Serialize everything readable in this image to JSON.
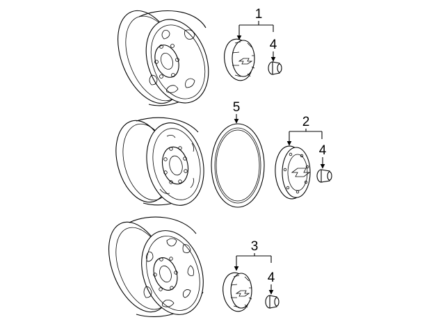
{
  "callouts": {
    "c1": "1",
    "c2": "2",
    "c3": "3",
    "c4a": "4",
    "c4b": "4",
    "c4c": "4",
    "c5": "5"
  }
}
